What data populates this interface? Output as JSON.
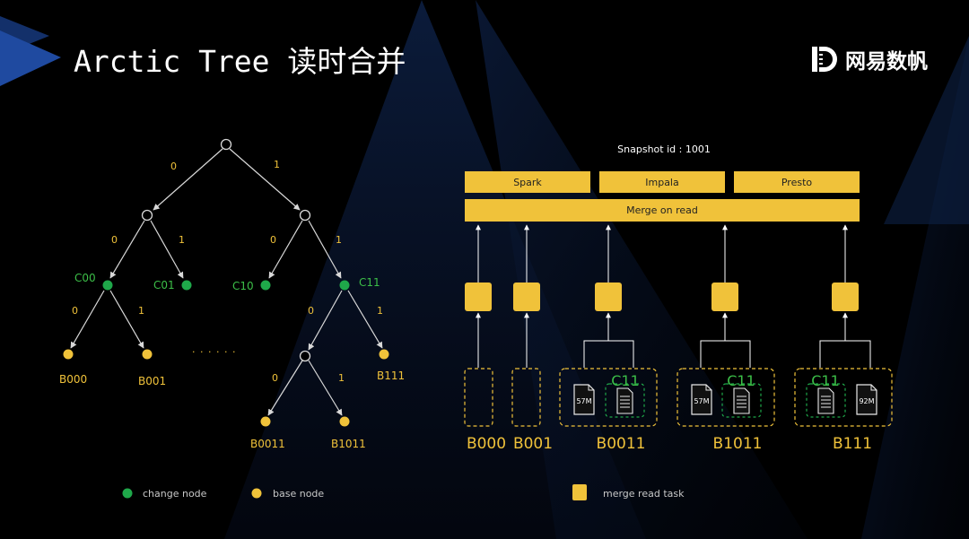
{
  "slide": {
    "title": "Arctic Tree 读时合并",
    "logo_text": "网易数帆"
  },
  "tree": {
    "edge_labels": {
      "root_left": "0",
      "root_right": "1",
      "n0_left": "0",
      "n0_right": "1",
      "n1_left": "0",
      "n1_right": "1",
      "c00_left": "0",
      "c00_right": "1",
      "c11_left": "0",
      "c11_right": "1",
      "n011_left": "0",
      "n011_right": "1"
    },
    "nodes": {
      "c00": "C00",
      "c01": "C01",
      "c10": "C10",
      "c11": "C11",
      "b000": "B000",
      "b001": "B001",
      "b111": "B111",
      "b0011": "B0011",
      "b1011": "B1011"
    },
    "ellipsis": "· · · · · ·"
  },
  "legend": {
    "change_node": "change  node",
    "base_node": "base  node",
    "merge_task": "merge read task"
  },
  "right": {
    "snapshot": "Snapshot id : 1001",
    "engines": [
      "Spark",
      "Impala",
      "Presto"
    ],
    "merge_bar": "Merge on read",
    "groups": [
      {
        "label": "B000"
      },
      {
        "label": "B001"
      },
      {
        "label": "B0011",
        "change": "C11",
        "base_size": "57M"
      },
      {
        "label": "B1011",
        "change": "C11",
        "base_size": "57M"
      },
      {
        "label": "B111",
        "change": "C11",
        "base_size": "92M"
      }
    ]
  },
  "colors": {
    "accent": "#f0c23a",
    "change": "#1fa84a",
    "change_text": "#3cbf48",
    "base_text": "#f0c23a",
    "edge": "#d8d8d8",
    "background": "#000000"
  }
}
